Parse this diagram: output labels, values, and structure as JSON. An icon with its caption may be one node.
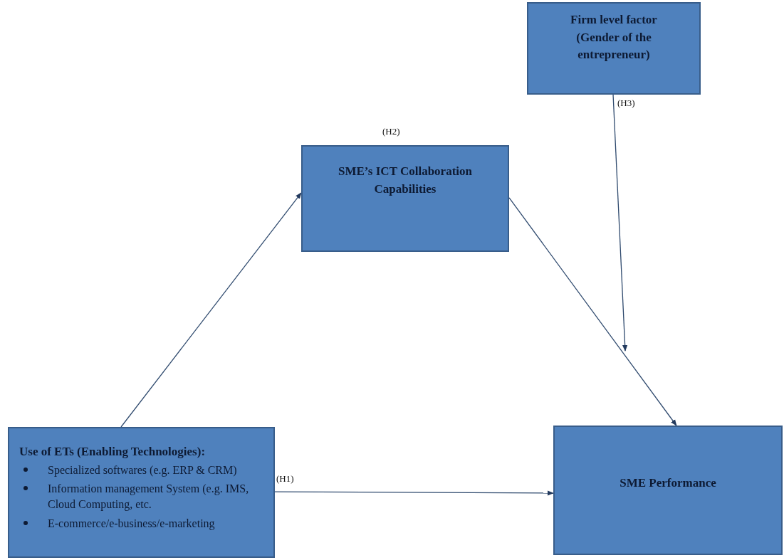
{
  "diagram": {
    "nodes": [
      {
        "text": [
          "Firm level factor (Gender of the entrepreneur)"
        ]
      },
      {
        "text": [
          "SME’s ICT Collaboration Capabilities"
        ]
      },
      {
        "text": [
          "Use of ETs (Enabling Technologies):",
          "Specialized softwares (e.g. ERP & CRM)",
          "Information management System (e.g. IMS, Cloud Computing, etc.",
          "E-commerce/e-business/e-marketing"
        ]
      },
      {
        "text": [
          "SME Performance"
        ]
      }
    ],
    "edges": [
      {
        "from": 2,
        "to": 1,
        "arrow": "to"
      },
      {
        "from": 1,
        "to": 3,
        "arrow": "to"
      },
      {
        "from": 0,
        "to": null,
        "arrow": "to",
        "label": "(H3)"
      },
      {
        "from": 2,
        "to": 3,
        "arrow": "to",
        "label": "(H1)"
      }
    ],
    "labels": [
      "(H2)"
    ]
  }
}
